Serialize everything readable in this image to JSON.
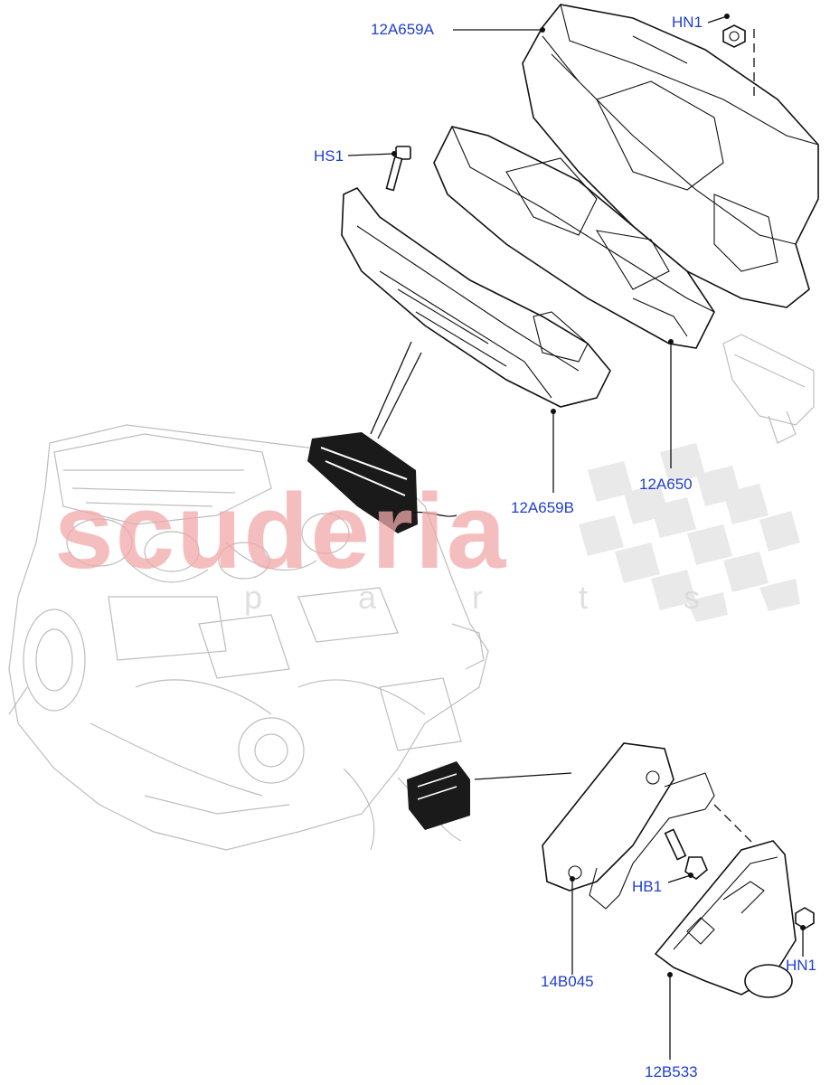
{
  "watermark": {
    "brand": "scuderia",
    "subtitle": "p a r t s",
    "brand_color": "#f2a9a9"
  },
  "callout_color": "#1f3fd1",
  "callouts": {
    "c12A659A": "12A659A",
    "cHN1_top": "HN1",
    "cHS1": "HS1",
    "c12A659B": "12A659B",
    "c12A650": "12A650",
    "cHB1": "HB1",
    "c14B045": "14B045",
    "cHN1_bottom": "HN1",
    "c12B533": "12B533"
  }
}
